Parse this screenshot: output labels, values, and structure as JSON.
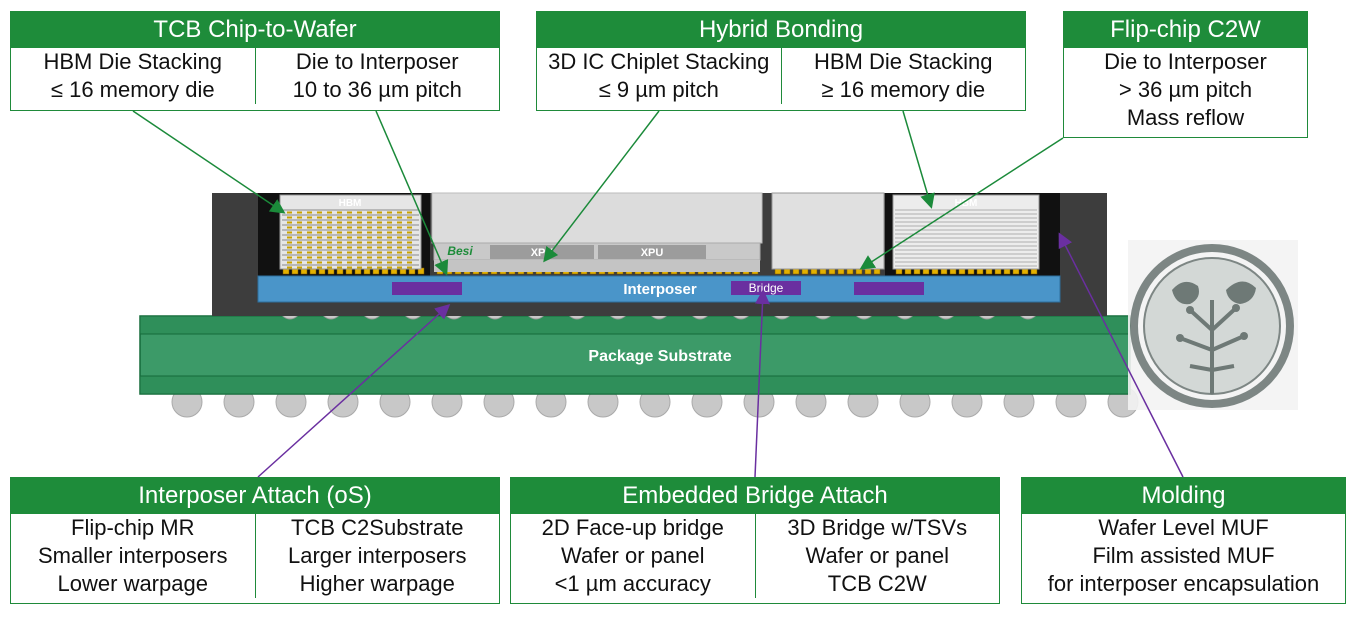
{
  "boxes": {
    "tcb": {
      "title": "TCB Chip-to-Wafer",
      "cols": [
        [
          "HBM Die Stacking",
          "≤ 16 memory die"
        ],
        [
          "Die to Interposer",
          "10 to 36 µm pitch"
        ]
      ]
    },
    "hybrid": {
      "title": "Hybrid Bonding",
      "cols": [
        [
          "3D IC Chiplet Stacking",
          "≤ 9 µm pitch"
        ],
        [
          "HBM Die Stacking",
          "≥ 16 memory die"
        ]
      ]
    },
    "flipchip": {
      "title": "Flip-chip C2W",
      "cols": [
        [
          "Die to Interposer",
          "> 36 µm pitch",
          "Mass reflow"
        ]
      ]
    },
    "interposer_attach": {
      "title": "Interposer Attach (oS)",
      "cols": [
        [
          "Flip-chip MR",
          "Smaller interposers",
          "Lower warpage"
        ],
        [
          "TCB C2Substrate",
          "Larger interposers",
          "Higher warpage"
        ]
      ]
    },
    "bridge_attach": {
      "title": "Embedded Bridge Attach",
      "cols": [
        [
          "2D Face-up bridge",
          "Wafer or panel",
          "<1 µm accuracy"
        ],
        [
          "3D Bridge w/TSVs",
          "Wafer or panel",
          "TCB C2W"
        ]
      ]
    },
    "molding": {
      "title": "Molding",
      "cols": [
        [
          "Wafer Level MUF",
          "Film assisted MUF",
          "for interposer encapsulation"
        ]
      ]
    }
  },
  "diagram": {
    "hbm_left": "HBM",
    "hbm_right": "HBM",
    "besi": "Besi",
    "xpu1": "XPU",
    "xpu2": "XPU",
    "interposer": "Interposer",
    "bridge": "Bridge",
    "substrate": "Package Substrate"
  },
  "colors": {
    "green": "#1e8c3a",
    "substrate": "#3c9a68",
    "interposer": "#4a95c9",
    "bridge": "#6a2fa0",
    "mold": "#3d3d3d",
    "purple_arrow": "#6a2fa0",
    "green_arrow": "#1b8a3a"
  }
}
